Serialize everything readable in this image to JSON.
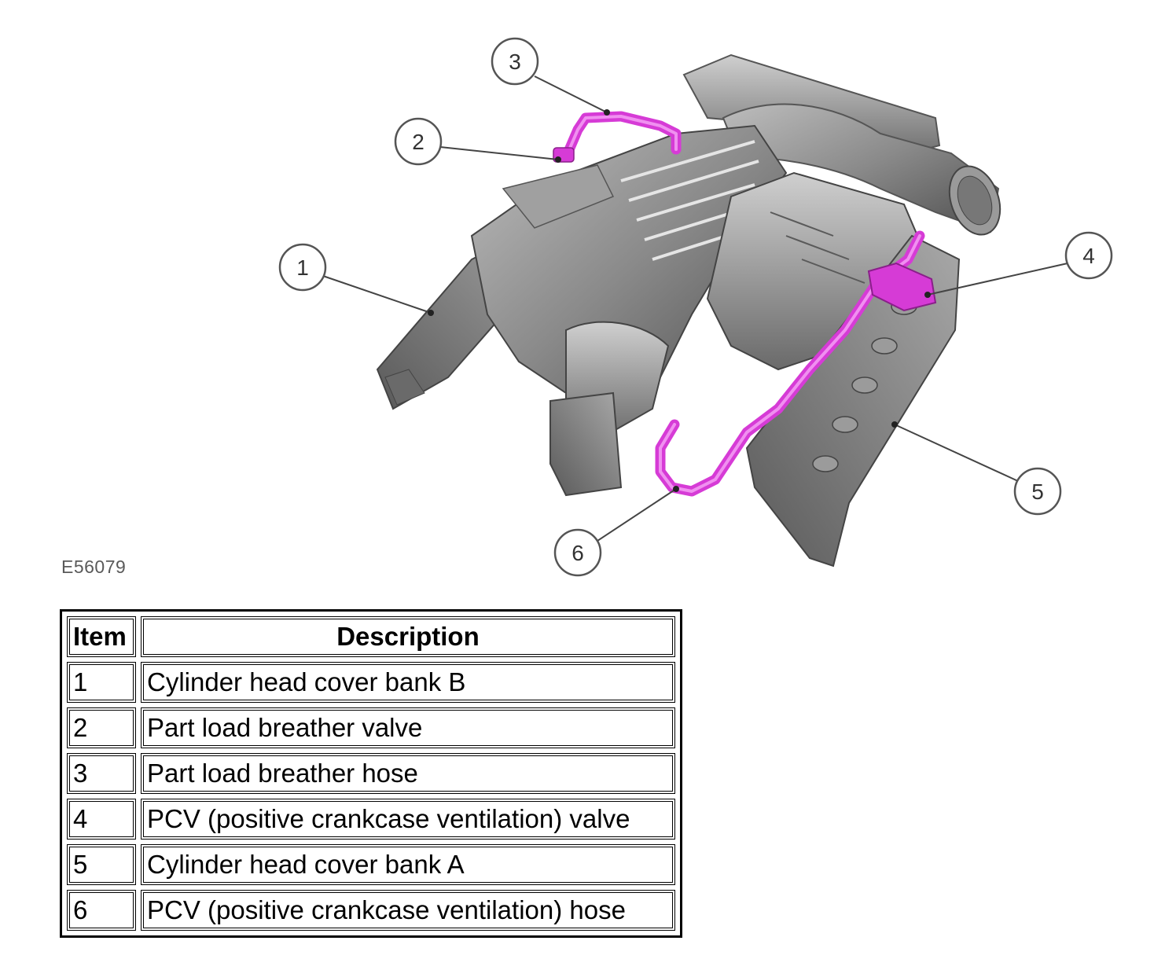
{
  "figure": {
    "id": "E56079",
    "callouts": [
      "1",
      "2",
      "3",
      "4",
      "5",
      "6"
    ],
    "hose_color": "#d63bd6",
    "part_color": "#8e8e8e"
  },
  "legend": {
    "headers": {
      "item": "Item",
      "description": "Description"
    },
    "rows": [
      {
        "item": "1",
        "description": "Cylinder head cover bank B"
      },
      {
        "item": "2",
        "description": "Part load breather valve"
      },
      {
        "item": "3",
        "description": "Part load breather hose"
      },
      {
        "item": "4",
        "description": "PCV (positive crankcase ventilation) valve"
      },
      {
        "item": "5",
        "description": "Cylinder head cover bank A"
      },
      {
        "item": "6",
        "description": "PCV (positive crankcase ventilation) hose"
      }
    ]
  }
}
